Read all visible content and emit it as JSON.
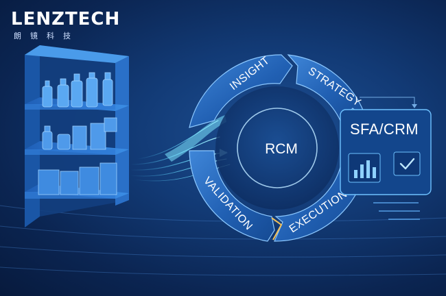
{
  "brand": {
    "name": "LENZTECH",
    "subtitle": "朗镜科技"
  },
  "cycle": {
    "center": "RCM",
    "stages": [
      "INSIGHT",
      "STRATEGY",
      "EXECUTION",
      "VALIDATION"
    ]
  },
  "card": {
    "title": "SFA/CRM"
  },
  "icons": {
    "shelf": "shelf-illustration",
    "chart": "bar-chart-icon",
    "check": "checkmark-icon",
    "arrow": "flow-arrow-icon"
  },
  "colors": {
    "background": "#0b2552",
    "ring": "#2a6bc0",
    "accent": "#6fd6ff",
    "highlight": "#f2c15a"
  }
}
